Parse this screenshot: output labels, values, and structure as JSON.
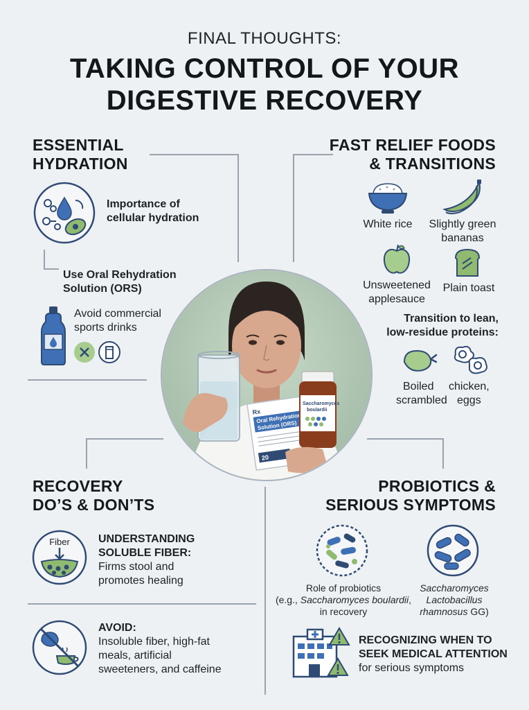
{
  "header": {
    "kicker": "FINAL THOUGHTS:",
    "title_line1": "TAKING CONTROL OF YOUR",
    "title_line2": "DIGESTIVE RECOVERY"
  },
  "hydration": {
    "title_line1": "ESSENTIAL",
    "title_line2": "HYDRATION",
    "importance_line1": "Importance of",
    "importance_line2": "cellular hydration",
    "ors_line1": "Use Oral Rehydration",
    "ors_line2": "Solution (ORS)",
    "avoid_line1": "Avoid commercial",
    "avoid_line2": "sports drinks"
  },
  "foods": {
    "title_line1": "FAST RELIEF FOODS",
    "title_line2": "& TRANSITIONS",
    "white_rice": "White rice",
    "bananas_line1": "Slightly green",
    "bananas_line2": "bananas",
    "applesauce_line1": "Unsweetened",
    "applesauce_line2": "applesauce",
    "toast": "Plain toast",
    "transition_line1": "Transition to lean,",
    "transition_line2": "low-residue proteins:",
    "protein_line1_a": "Boiled",
    "protein_line1_b": "chicken,",
    "protein_line2_a": "scrambled",
    "protein_line2_b": "eggs"
  },
  "photo": {
    "packet_line1": "Oral Rehydration",
    "packet_line2": "Solution (ORS)",
    "packet_rx": "Rx",
    "packet_count": "20",
    "bottle_line1": "Saccharomyces",
    "bottle_line2": "boulardii"
  },
  "recovery": {
    "title_line1": "RECOVERY",
    "title_line2": "DO’S & DON’TS",
    "fiber_icon_label": "Fiber",
    "fiber_head1": "UNDERSTANDING",
    "fiber_head2": "SOLUBLE FIBER:",
    "fiber_line1": "Firms stool and",
    "fiber_line2": "promotes healing",
    "avoid_head": "AVOID:",
    "avoid_line1": "Insoluble fiber, high-fat",
    "avoid_line2": "meals, artificial",
    "avoid_line3": "sweeteners, and caffeine"
  },
  "probiotics": {
    "title_line1": "PROBIOTICS &",
    "title_line2": "SERIOUS SYMPTOMS",
    "role_line1": "Role of probiotics",
    "role_line2_pre": "(e.g., ",
    "role_line2_it": "Saccharomyces boulardii",
    "role_line2_post": ",",
    "role_line3": "in recovery",
    "species_line1": "Saccharomyces",
    "species_line2": "Lactobacillus",
    "species_line3_it": "rhamnosus",
    "species_line3_post": " GG)",
    "medical_line1": "RECOGNIZING WHEN TO",
    "medical_line2": "SEEK MEDICAL ATTENTION",
    "medical_line3": "for serious symptoms"
  },
  "colors": {
    "navy": "#2f4a73",
    "green": "#8fba6f",
    "blue": "#3f6fb5",
    "background": "#eef1f4"
  }
}
